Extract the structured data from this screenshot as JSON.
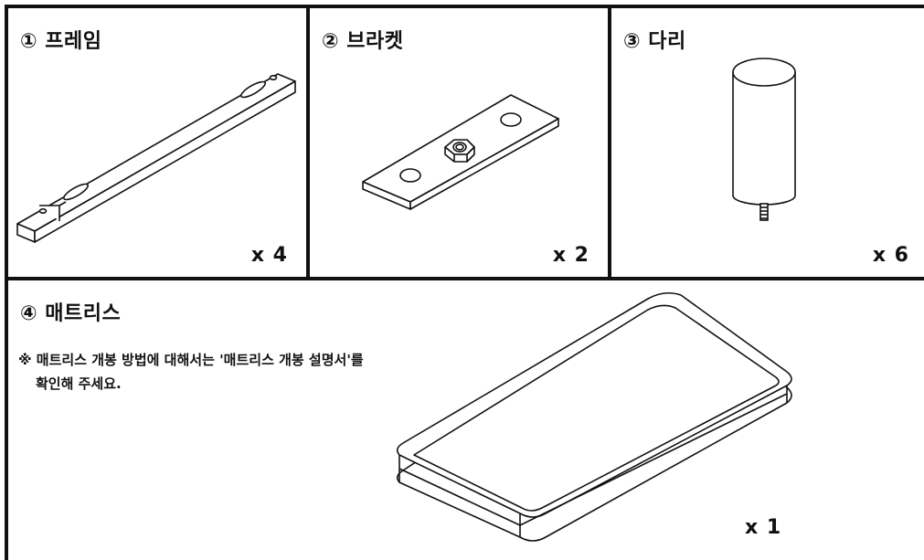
{
  "parts": [
    {
      "title": "① 프레임",
      "qty": "x 4"
    },
    {
      "title": "② 브라켓",
      "qty": "x 2"
    },
    {
      "title": "③ 다리",
      "qty": "x 6"
    },
    {
      "title": "④ 매트리스",
      "qty": "x 1"
    }
  ],
  "note": {
    "line1": "※ 매트리스 개봉 방법에 대해서는 '매트리스 개봉 설명서'를",
    "line2": "확인해 주세요."
  },
  "colors": {
    "line": "#111111",
    "background": "#ffffff"
  }
}
